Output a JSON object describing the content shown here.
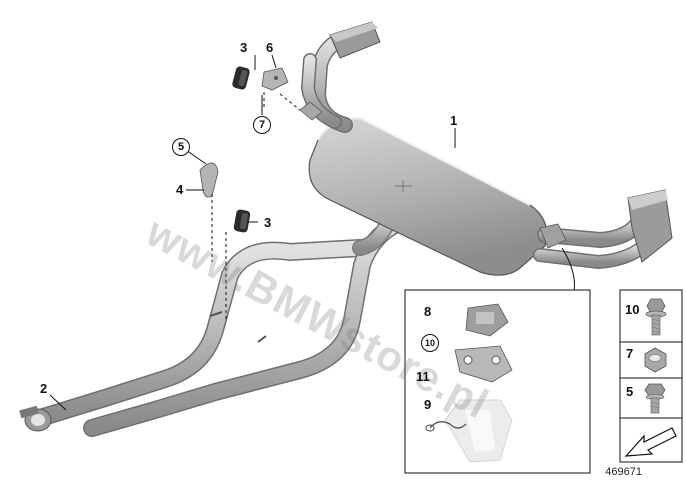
{
  "diagram": {
    "id_number": "469671",
    "watermark": "www.BMWstore.pl",
    "callouts": {
      "c1": "1",
      "c2": "2",
      "c3a": "3",
      "c3b": "3",
      "c4": "4",
      "c6": "6",
      "c8": "8",
      "c9": "9",
      "c11": "11"
    },
    "circled_callouts": {
      "r5": "5",
      "r7": "7",
      "r10": "10"
    },
    "legend": [
      {
        "number": "10",
        "icon": "hex-bolt-with-washer-icon"
      },
      {
        "number": "7",
        "icon": "hex-nut-icon"
      },
      {
        "number": "5",
        "icon": "hex-bolt-icon"
      }
    ],
    "legend_extra_icon": "installation-direction-arrow-icon"
  },
  "colors": {
    "part_light": "#d4d4d4",
    "part_mid": "#a9a9a9",
    "part_dark": "#7c7c7c",
    "outline": "#444444",
    "leader": "#111111"
  }
}
